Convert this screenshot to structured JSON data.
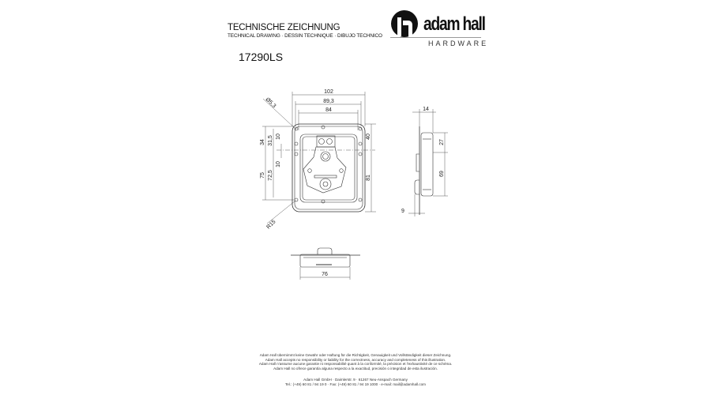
{
  "header": {
    "title": "TECHNISCHE ZEICHNUNG",
    "subtitle": "TECHNICAL DRAWING · DESSIN TECHNIQUE · DIBUJO TECHNICO",
    "part_number": "17290LS"
  },
  "logo": {
    "brand": "adam hall",
    "division": "HARDWARE"
  },
  "dimensions": {
    "front": {
      "width_overall": "102",
      "width_holes": "89,3",
      "width_inner": "84",
      "hole_dia": "Ø5,3",
      "radius": "R15",
      "left_top": "34",
      "left_top_inner": "31,5",
      "hole_spacing_top": "10",
      "hole_spacing_bottom": "10",
      "left_bottom": "75",
      "left_bottom_inner": "72,5",
      "right_top": "40",
      "right_bottom": "81"
    },
    "side": {
      "depth": "14",
      "upper": "27",
      "lower": "69",
      "handle": "9"
    },
    "bottom": {
      "width": "76"
    }
  },
  "footer": {
    "disclaimer": [
      "Adam Hall übernimmt keine Gewähr oder Haftung für die Richtigkeit, Genauigkeit und Vollständigkeit dieser Zeichnung.",
      "Adam Hall accepts no responsibility or liability for the correctness, accuracy and completeness of this illustration.",
      "Adam Hall n'assume aucune garantie ni responsabilité quant à la conformité, la précision et l'exhaustivité de ce schéma.",
      "Adam Hall no ofrece garantía alguna respecto a la exactitud, precisión o integridad de esta ilustración."
    ],
    "company": "Adam Hall GmbH · Daimlerstr. 9 · 61267 Neu-Anspach Germany",
    "contact": "Tel.: (+49) 60 81 / 94 19 0 · Fax: (+49) 60 81 / 94 19 1000 · e-mail: mail@adamhall.com"
  }
}
